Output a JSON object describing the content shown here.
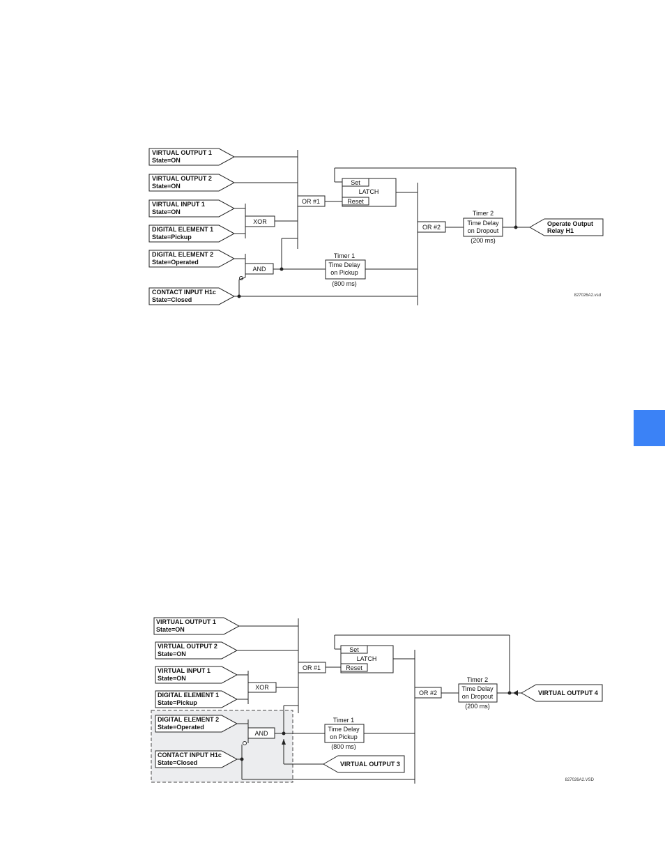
{
  "side_tab": {
    "color": "#3b82f6"
  },
  "diagram1": {
    "inputs": [
      {
        "name": "VIRTUAL OUTPUT 1",
        "state": "State=ON"
      },
      {
        "name": "VIRTUAL OUTPUT 2",
        "state": "State=ON"
      },
      {
        "name": "VIRTUAL INPUT 1",
        "state": "State=ON"
      },
      {
        "name": "DIGITAL ELEMENT 1",
        "state": "State=Pickup"
      },
      {
        "name": "DIGITAL ELEMENT 2",
        "state": "State=Operated"
      },
      {
        "name": "CONTACT INPUT H1c",
        "state": "State=Closed"
      }
    ],
    "xor": "XOR",
    "and": "AND",
    "or1": "OR #1",
    "or2": "OR #2",
    "latch": {
      "set": "Set",
      "title": "LATCH",
      "reset": "Reset"
    },
    "timer1": {
      "title": "Timer 1",
      "line1": "Time Delay",
      "line2": "on Pickup",
      "delay": "(800 ms)"
    },
    "timer2": {
      "title": "Timer 2",
      "line1": "Time Delay",
      "line2": "on Dropout",
      "delay": "(200 ms)"
    },
    "output": {
      "line1": "Operate Output",
      "line2": "Relay H1"
    },
    "file_id": "827026A2.vsd"
  },
  "diagram2": {
    "inputs": [
      {
        "name": "VIRTUAL OUTPUT 1",
        "state": "State=ON"
      },
      {
        "name": "VIRTUAL OUTPUT 2",
        "state": "State=ON"
      },
      {
        "name": "VIRTUAL INPUT 1",
        "state": "State=ON"
      },
      {
        "name": "DIGITAL ELEMENT 1",
        "state": "State=Pickup"
      },
      {
        "name": "DIGITAL ELEMENT 2",
        "state": "State=Operated"
      },
      {
        "name": "CONTACT INPUT H1c",
        "state": "State=Closed"
      }
    ],
    "xor": "XOR",
    "and": "AND",
    "or1": "OR #1",
    "or2": "OR #2",
    "latch": {
      "set": "Set",
      "title": "LATCH",
      "reset": "Reset"
    },
    "timer1": {
      "title": "Timer 1",
      "line1": "Time Delay",
      "line2": "on Pickup",
      "delay": "(800 ms)"
    },
    "timer2": {
      "title": "Timer 2",
      "line1": "Time Delay",
      "line2": "on Dropout",
      "delay": "(200 ms)"
    },
    "vo3": "VIRTUAL OUTPUT 3",
    "vo4": "VIRTUAL OUTPUT 4",
    "file_id": "827026A2.VSD"
  }
}
